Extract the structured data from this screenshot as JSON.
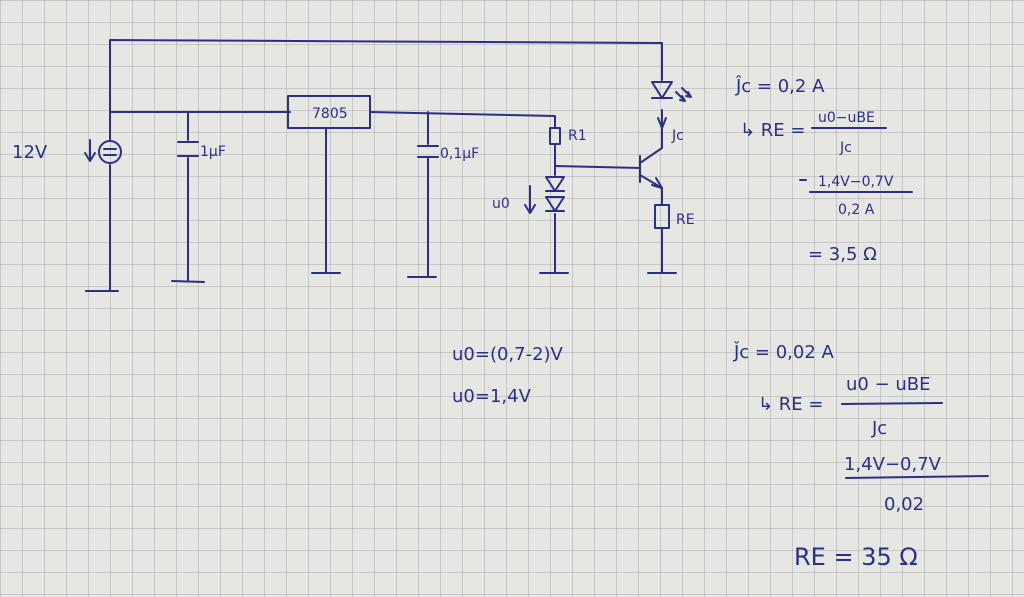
{
  "labels": {
    "supply_voltage": "12V",
    "cap1": "1µF",
    "regulator": "7805",
    "cap2": "0,1µF",
    "r1": "R1",
    "u0_arrow": "u0",
    "ic_arrow": "Jc",
    "re": "RE"
  },
  "calc_max": {
    "ic": "Ĵc = 0,2 A",
    "re_prefix": "↳ RE =",
    "num1": "u0−uBE",
    "den1": "Jc",
    "num2": "1,4V−0,7V",
    "den2": "0,2 A",
    "result": "= 3,5 Ω"
  },
  "u0_range": {
    "line1": "u0=(0,7-2)V",
    "line2": "u0=1,4V"
  },
  "calc_min": {
    "ic": "J̌c = 0,02 A",
    "re_prefix": "↳ RE =",
    "num1": "u0 − uBE",
    "den1": "Jc",
    "num2": "1,4V−0,7V",
    "den2": "0,02",
    "result": "RE = 35 Ω"
  },
  "colors": {
    "ink": "#2c2f8a",
    "paper": "#e6e6e2"
  }
}
